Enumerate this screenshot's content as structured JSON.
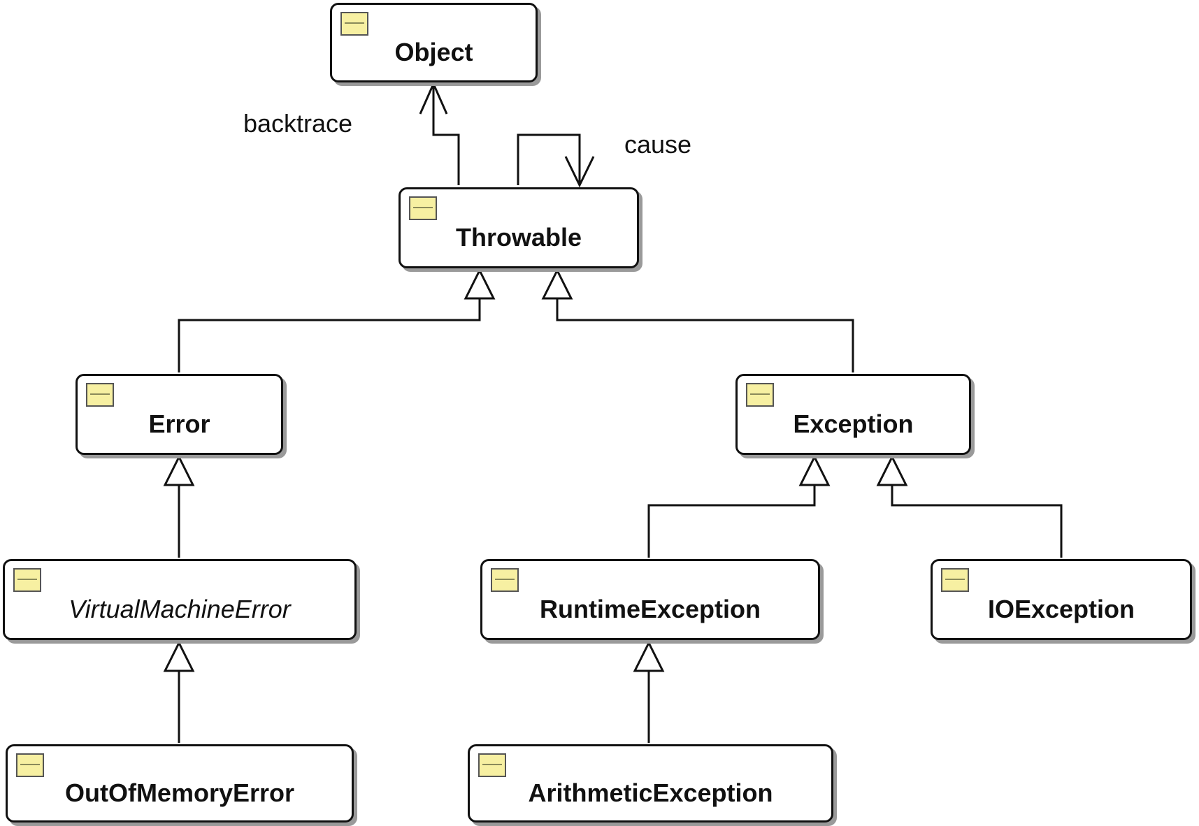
{
  "classes": {
    "object": "Object",
    "throwable": "Throwable",
    "error": "Error",
    "exception": "Exception",
    "virtual_machine_error": "VirtualMachineError",
    "runtime_exception": "RuntimeException",
    "io_exception": "IOException",
    "out_of_memory_error": "OutOfMemoryError",
    "arithmetic_exception": "ArithmeticException"
  },
  "associations": {
    "backtrace": "backtrace",
    "cause": "cause"
  },
  "colors": {
    "line": "#111111",
    "box_border": "#111111",
    "box_shadow": "#9a9a9a",
    "icon_fill": "#f7f0a2"
  },
  "icons": {
    "class_icon": "class-icon"
  }
}
